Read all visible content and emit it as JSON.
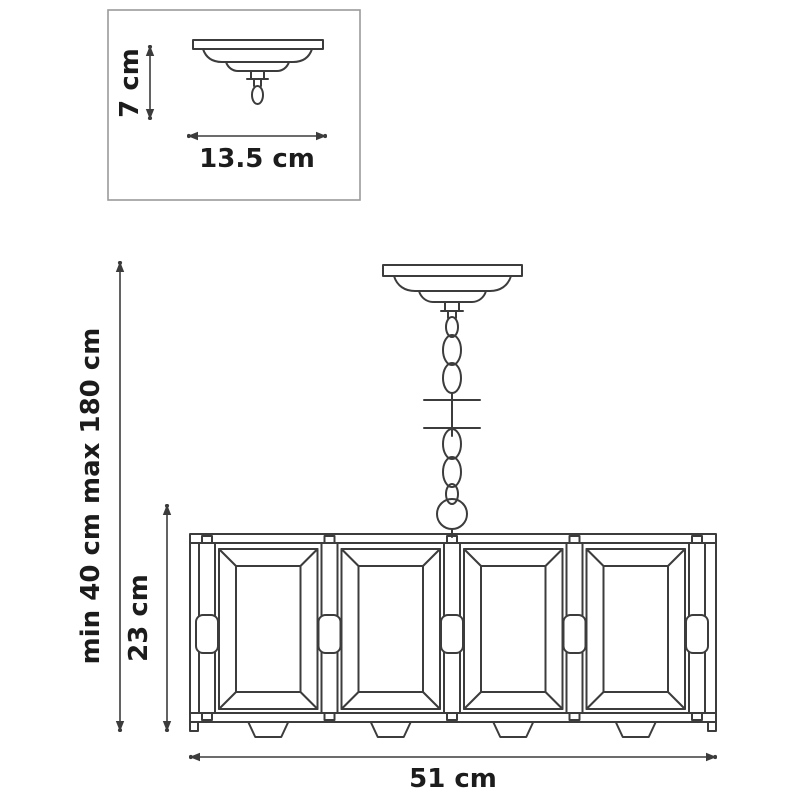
{
  "colors": {
    "line": "#3c3c3c",
    "text": "#1c1c1c",
    "inset_frame": "#9a9a9a",
    "background": "#ffffff"
  },
  "inset": {
    "height_label": "7 cm",
    "width_label": "13.5 cm"
  },
  "main": {
    "suspension_label": "min 40 cm max 180 cm",
    "shade_height_label": "23 cm",
    "shade_width_label": "51 cm"
  }
}
